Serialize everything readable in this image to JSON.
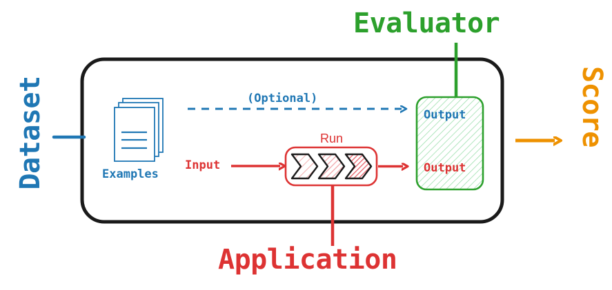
{
  "diagram": {
    "title": "Evaluation pipeline diagram",
    "colors": {
      "blue": "#1f77b4",
      "red": "#dd3333",
      "green": "#2ca02c",
      "orange": "#ee9100",
      "black": "#1a1a1a",
      "white": "#ffffff"
    },
    "captions": {
      "dataset": "Dataset",
      "evaluator": "Evaluator",
      "application": "Application",
      "score": "Score"
    },
    "nodes": {
      "examples": "Examples",
      "optional": "(Optional)",
      "input": "Input",
      "run": "Run",
      "output_top": "Output",
      "output_bottom": "Output"
    },
    "icons": {
      "examples_stack": "documents-stack-icon",
      "chevrons": "chevron-pipeline-icon",
      "dashed_arrow": "dashed-arrow-icon",
      "solid_arrow": "solid-arrow-icon",
      "score_arrow": "orange-arrow-icon"
    }
  }
}
